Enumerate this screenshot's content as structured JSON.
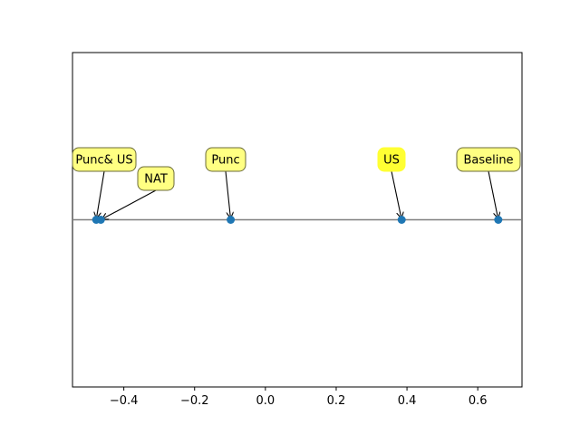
{
  "chart_data": {
    "type": "scatter",
    "title": "",
    "xlabel": "",
    "ylabel": "",
    "xlim": [
      -0.545,
      0.725
    ],
    "ylim": [
      -1,
      1
    ],
    "xticks": [
      -0.4,
      -0.2,
      0.0,
      0.2,
      0.4,
      0.6
    ],
    "xtick_labels": [
      "−0.4",
      "−0.2",
      "0.0",
      "0.2",
      "0.4",
      "0.6"
    ],
    "show_yticks": false,
    "grid": false,
    "baseline_y": 0,
    "point_color": "#1f77b4",
    "baseline_color": "#7f7f7f",
    "annotation_color": "#ffff77",
    "points": [
      {
        "label": "Punc& US",
        "x": -0.478,
        "y": 0
      },
      {
        "label": "NAT",
        "x": -0.465,
        "y": 0
      },
      {
        "label": "Punc",
        "x": -0.098,
        "y": 0
      },
      {
        "label": "US",
        "x": 0.385,
        "y": 0
      },
      {
        "label": "Baseline",
        "x": 0.658,
        "y": 0
      }
    ]
  }
}
